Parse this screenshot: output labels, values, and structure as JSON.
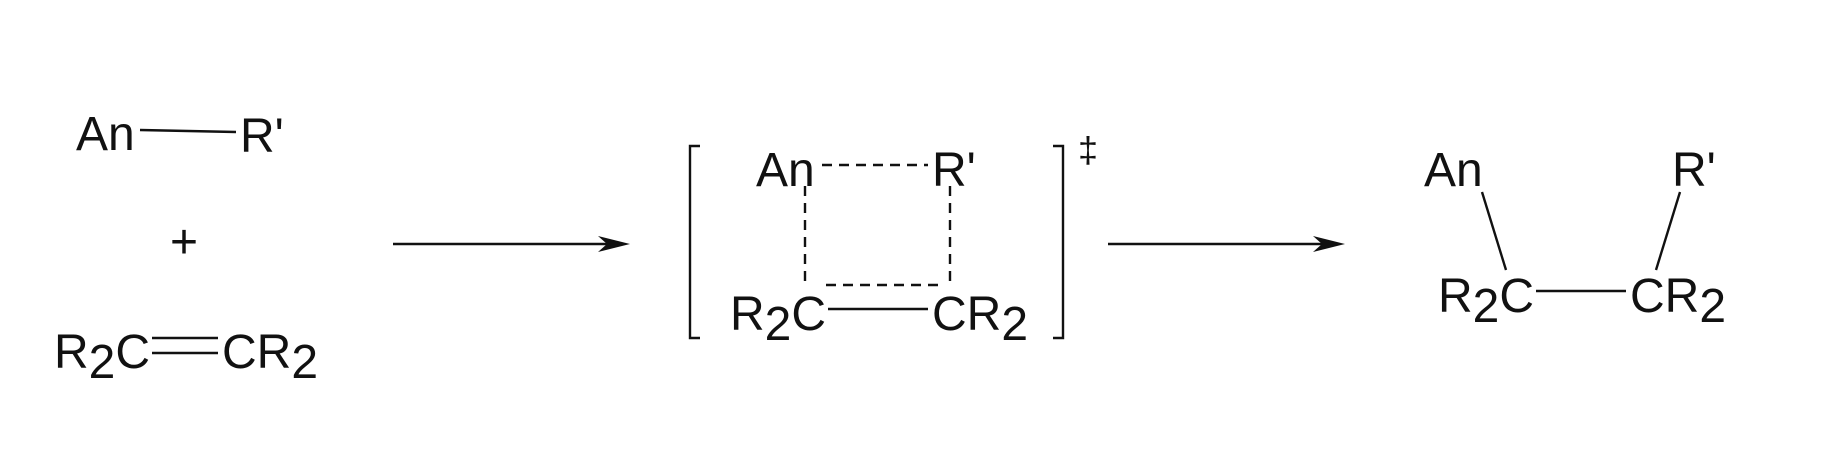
{
  "reactants": {
    "actinide": "An",
    "alkyl": "R'",
    "plus": "+",
    "alkene": {
      "left": {
        "main": "R",
        "sub": "2",
        "tail": "C"
      },
      "right": {
        "main": "CR",
        "sub": "2"
      }
    }
  },
  "transition_state": {
    "actinide": "An",
    "alkyl": "R'",
    "left_carbon": {
      "main": "R",
      "sub": "2",
      "tail": "C"
    },
    "right_carbon": {
      "main": "CR",
      "sub": "2"
    },
    "dagger": "‡"
  },
  "product": {
    "actinide": "An",
    "alkyl": "R'",
    "left_carbon": {
      "main": "R",
      "sub": "2",
      "tail": "C"
    },
    "right_carbon": {
      "main": "CR",
      "sub": "2"
    }
  },
  "colors": {
    "ink": "#111111",
    "background": "#ffffff"
  }
}
